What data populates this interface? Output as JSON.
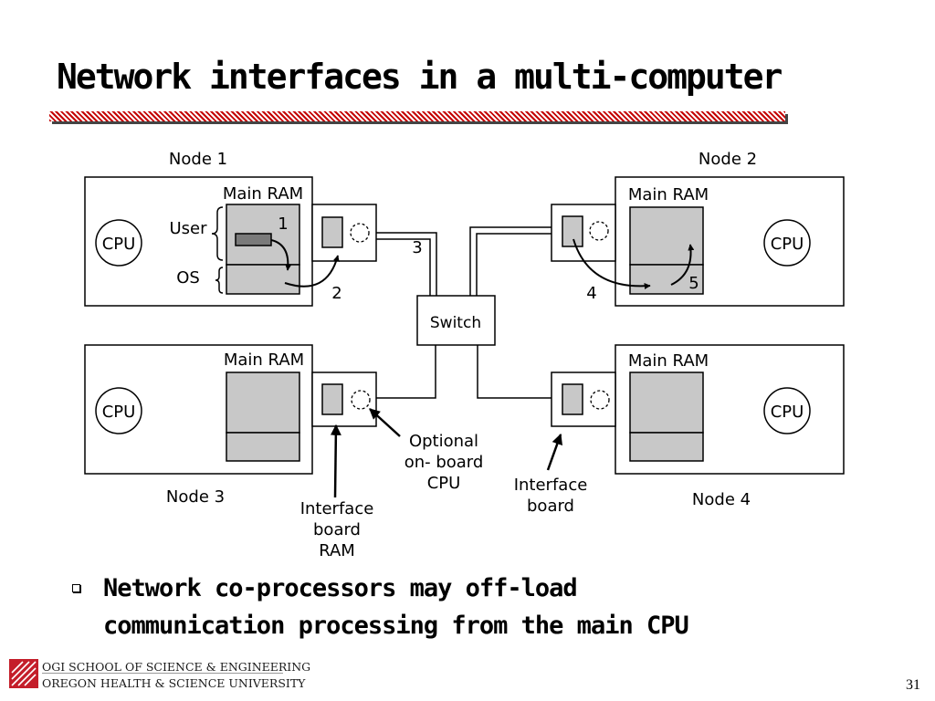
{
  "slide": {
    "title": "Network interfaces in a multi-computer",
    "page_number": "31"
  },
  "diagram": {
    "nodes": [
      {
        "label": "Node 1",
        "ram_label": "Main RAM",
        "cpu_label": "CPU"
      },
      {
        "label": "Node 2",
        "ram_label": "Main RAM",
        "cpu_label": "CPU"
      },
      {
        "label": "Node 3",
        "ram_label": "Main RAM",
        "cpu_label": "CPU"
      },
      {
        "label": "Node 4",
        "ram_label": "Main RAM",
        "cpu_label": "CPU"
      }
    ],
    "user_label": "User",
    "os_label": "OS",
    "switch_label": "Switch",
    "steps": [
      "1",
      "2",
      "3",
      "4",
      "5"
    ],
    "annotations": {
      "optional_cpu": [
        "Optional",
        "on- board",
        "CPU"
      ],
      "interface_board_ram": [
        "Interface",
        "board",
        "RAM"
      ],
      "interface_board": [
        "Interface",
        "board"
      ]
    }
  },
  "bullets": [
    {
      "lines": [
        "Network co-processors may off-load",
        "communication processing from the main CPU"
      ]
    }
  ],
  "footer": {
    "line1": "OGI SCHOOL OF SCIENCE & ENGINEERING",
    "line2": "OREGON HEALTH & SCIENCE UNIVERSITY"
  },
  "colors": {
    "title_rule": "#c40000",
    "box_fill": "#c8c8c8",
    "logo": "#c41e2a"
  }
}
